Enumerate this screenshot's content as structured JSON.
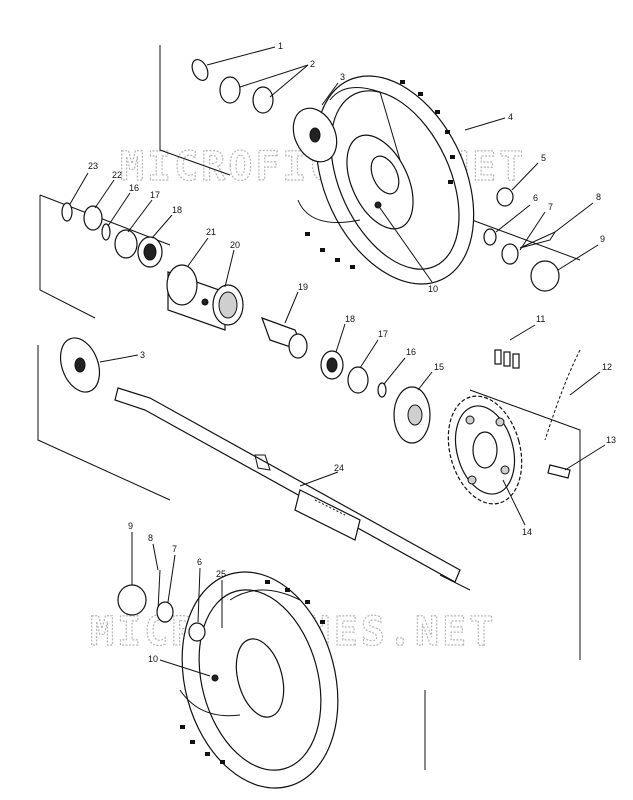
{
  "watermark": {
    "top": "MICROFICHES.NET",
    "bottom": "MICROFICHES.NET"
  },
  "callouts": {
    "c1": "1",
    "c2": "2",
    "c3a": "3",
    "c4": "4",
    "c5": "5",
    "c6a": "6",
    "c7a": "7",
    "c8a": "8",
    "c9a": "9",
    "c10a": "10",
    "c11": "11",
    "c12": "12",
    "c13": "13",
    "c14": "14",
    "c15": "15",
    "c16a": "16",
    "c16b": "16",
    "c17a": "17",
    "c17b": "17",
    "c18a": "18",
    "c18b": "18",
    "c19": "19",
    "c20": "20",
    "c21": "21",
    "c22": "22",
    "c23": "23",
    "c3b": "3",
    "c24": "24",
    "c9b": "9",
    "c8b": "8",
    "c7b": "7",
    "c6b": "6",
    "c25": "25",
    "c10b": "10"
  }
}
